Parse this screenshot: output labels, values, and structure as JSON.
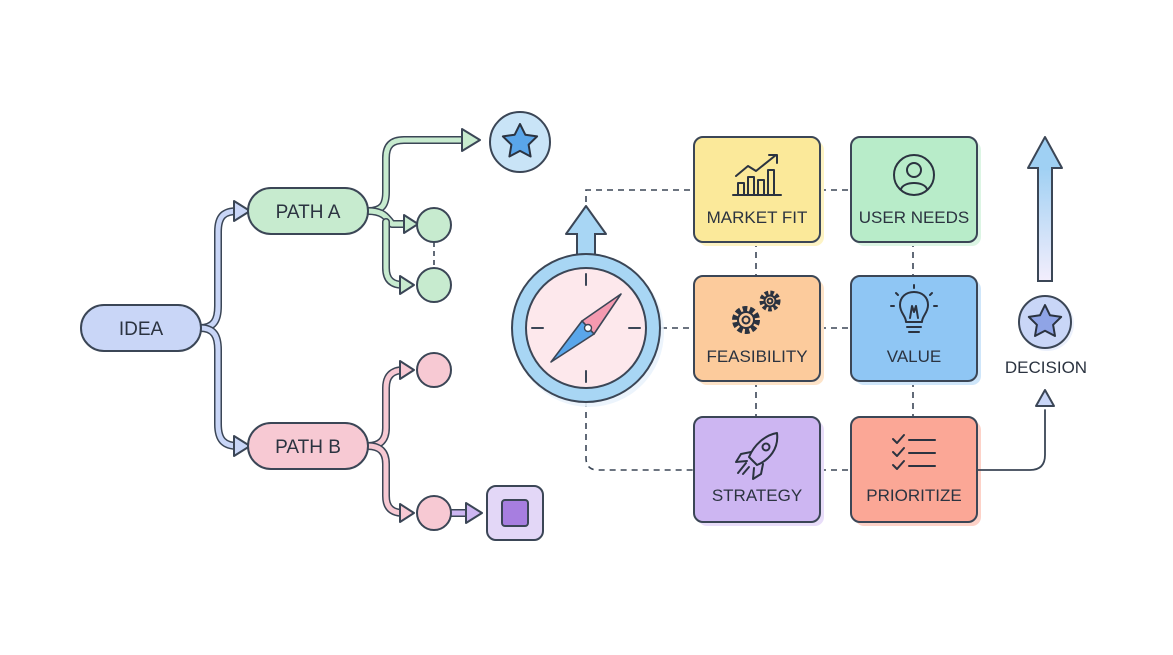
{
  "flow": {
    "idea": {
      "label": "IDEA"
    },
    "path_a": {
      "label": "PATH A"
    },
    "path_b": {
      "label": "PATH B"
    }
  },
  "grid": {
    "market_fit": {
      "label": "MARKET FIT",
      "icon": "bar-chart-growth-icon"
    },
    "user_needs": {
      "label": "USER NEEDS",
      "icon": "user-icon"
    },
    "feasibility": {
      "label": "FEASIBILITY",
      "icon": "gears-icon"
    },
    "value": {
      "label": "VALUE",
      "icon": "lightbulb-icon"
    },
    "strategy": {
      "label": "STRATEGY",
      "icon": "rocket-icon"
    },
    "prioritize": {
      "label": "PRIORITIZE",
      "icon": "checklist-icon"
    }
  },
  "decision": {
    "label": "DECISION",
    "icon": "star-icon"
  },
  "colors": {
    "blue": "#c9d6f7",
    "green": "#c7ebcf",
    "pink": "#f7c9d3",
    "yellow": "#fbe99a",
    "mint": "#b8ecc9",
    "orange": "#fccb9c",
    "sky": "#8fc6f4",
    "purple": "#cdb6f2",
    "salmon": "#fba796",
    "outline": "#3b4656"
  }
}
